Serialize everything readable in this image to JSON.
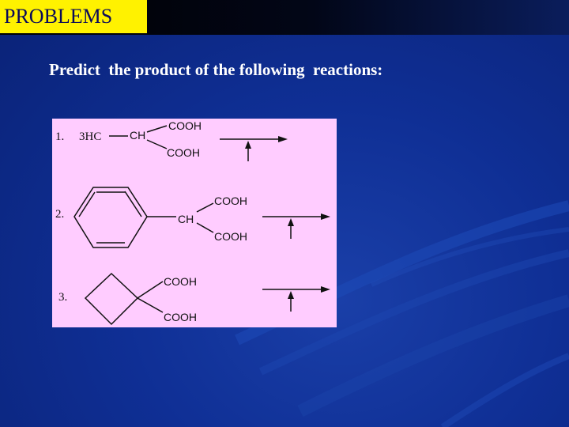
{
  "slide": {
    "title": "PROBLEMS",
    "instruction": "Predict  the product of the following  reactions:"
  },
  "reactions": [
    {
      "number": "1.",
      "methyl_group": "3HC",
      "center": "CH",
      "group_top": "COOH",
      "group_bottom": "COOH"
    },
    {
      "number": "2.",
      "center": "CH",
      "group_top": "COOH",
      "group_bottom": "COOH"
    },
    {
      "number": "3.",
      "group_top": "COOH",
      "group_bottom": "COOH"
    }
  ],
  "colors": {
    "title_background": "#fff200",
    "title_text": "#0a0a5a",
    "slide_background": "#0f2f95",
    "figure_background": "#ffccff"
  }
}
